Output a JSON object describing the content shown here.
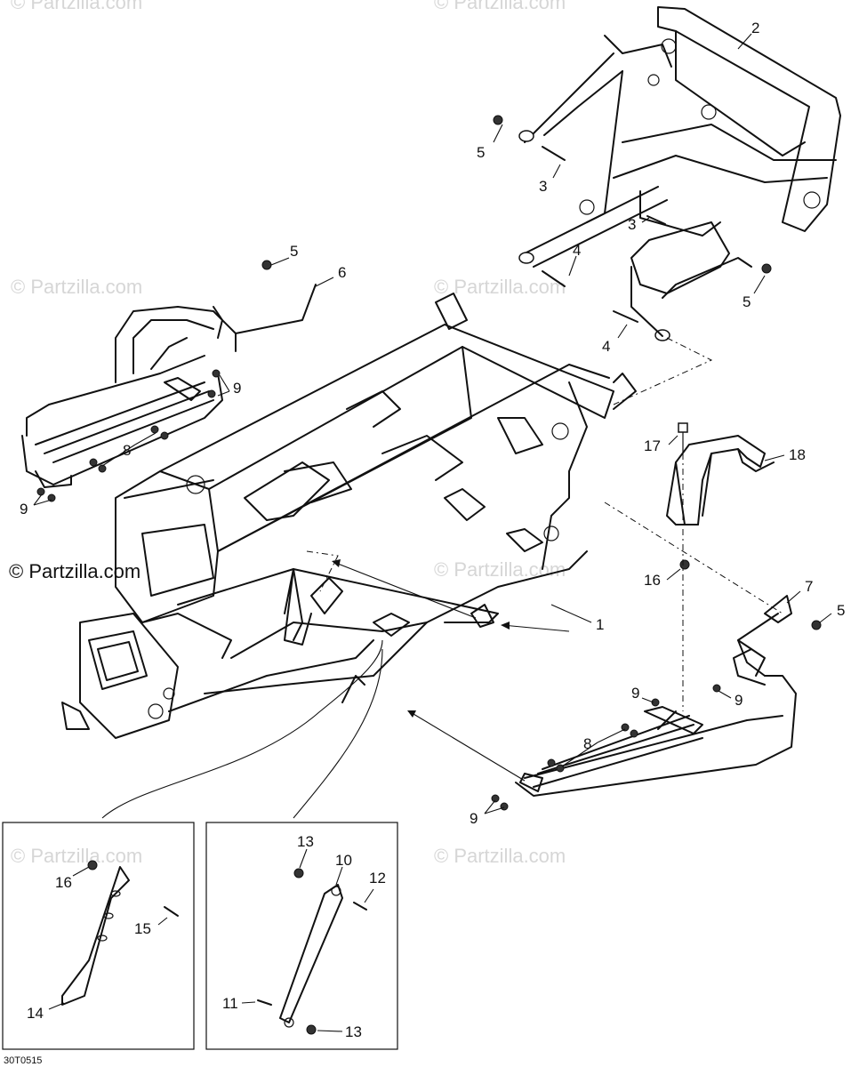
{
  "watermark": "© Partzilla.com",
  "brand": "© Partzilla.com",
  "drawing_code": "30T0515",
  "callouts": {
    "c1": "1",
    "c2": "2",
    "c3a": "3",
    "c3b": "3",
    "c4a": "4",
    "c4b": "4",
    "c5a": "5",
    "c5b": "5",
    "c5c": "5",
    "c5d": "5",
    "c6": "6",
    "c7": "7",
    "c8a": "8",
    "c8b": "8",
    "c9a": "9",
    "c9b": "9",
    "c9c": "9",
    "c9d": "9",
    "c9e": "9",
    "c10": "10",
    "c11": "11",
    "c12": "12",
    "c13a": "13",
    "c13b": "13",
    "c14": "14",
    "c15": "15",
    "c16a": "16",
    "c16b": "16",
    "c17": "17",
    "c18": "18"
  }
}
